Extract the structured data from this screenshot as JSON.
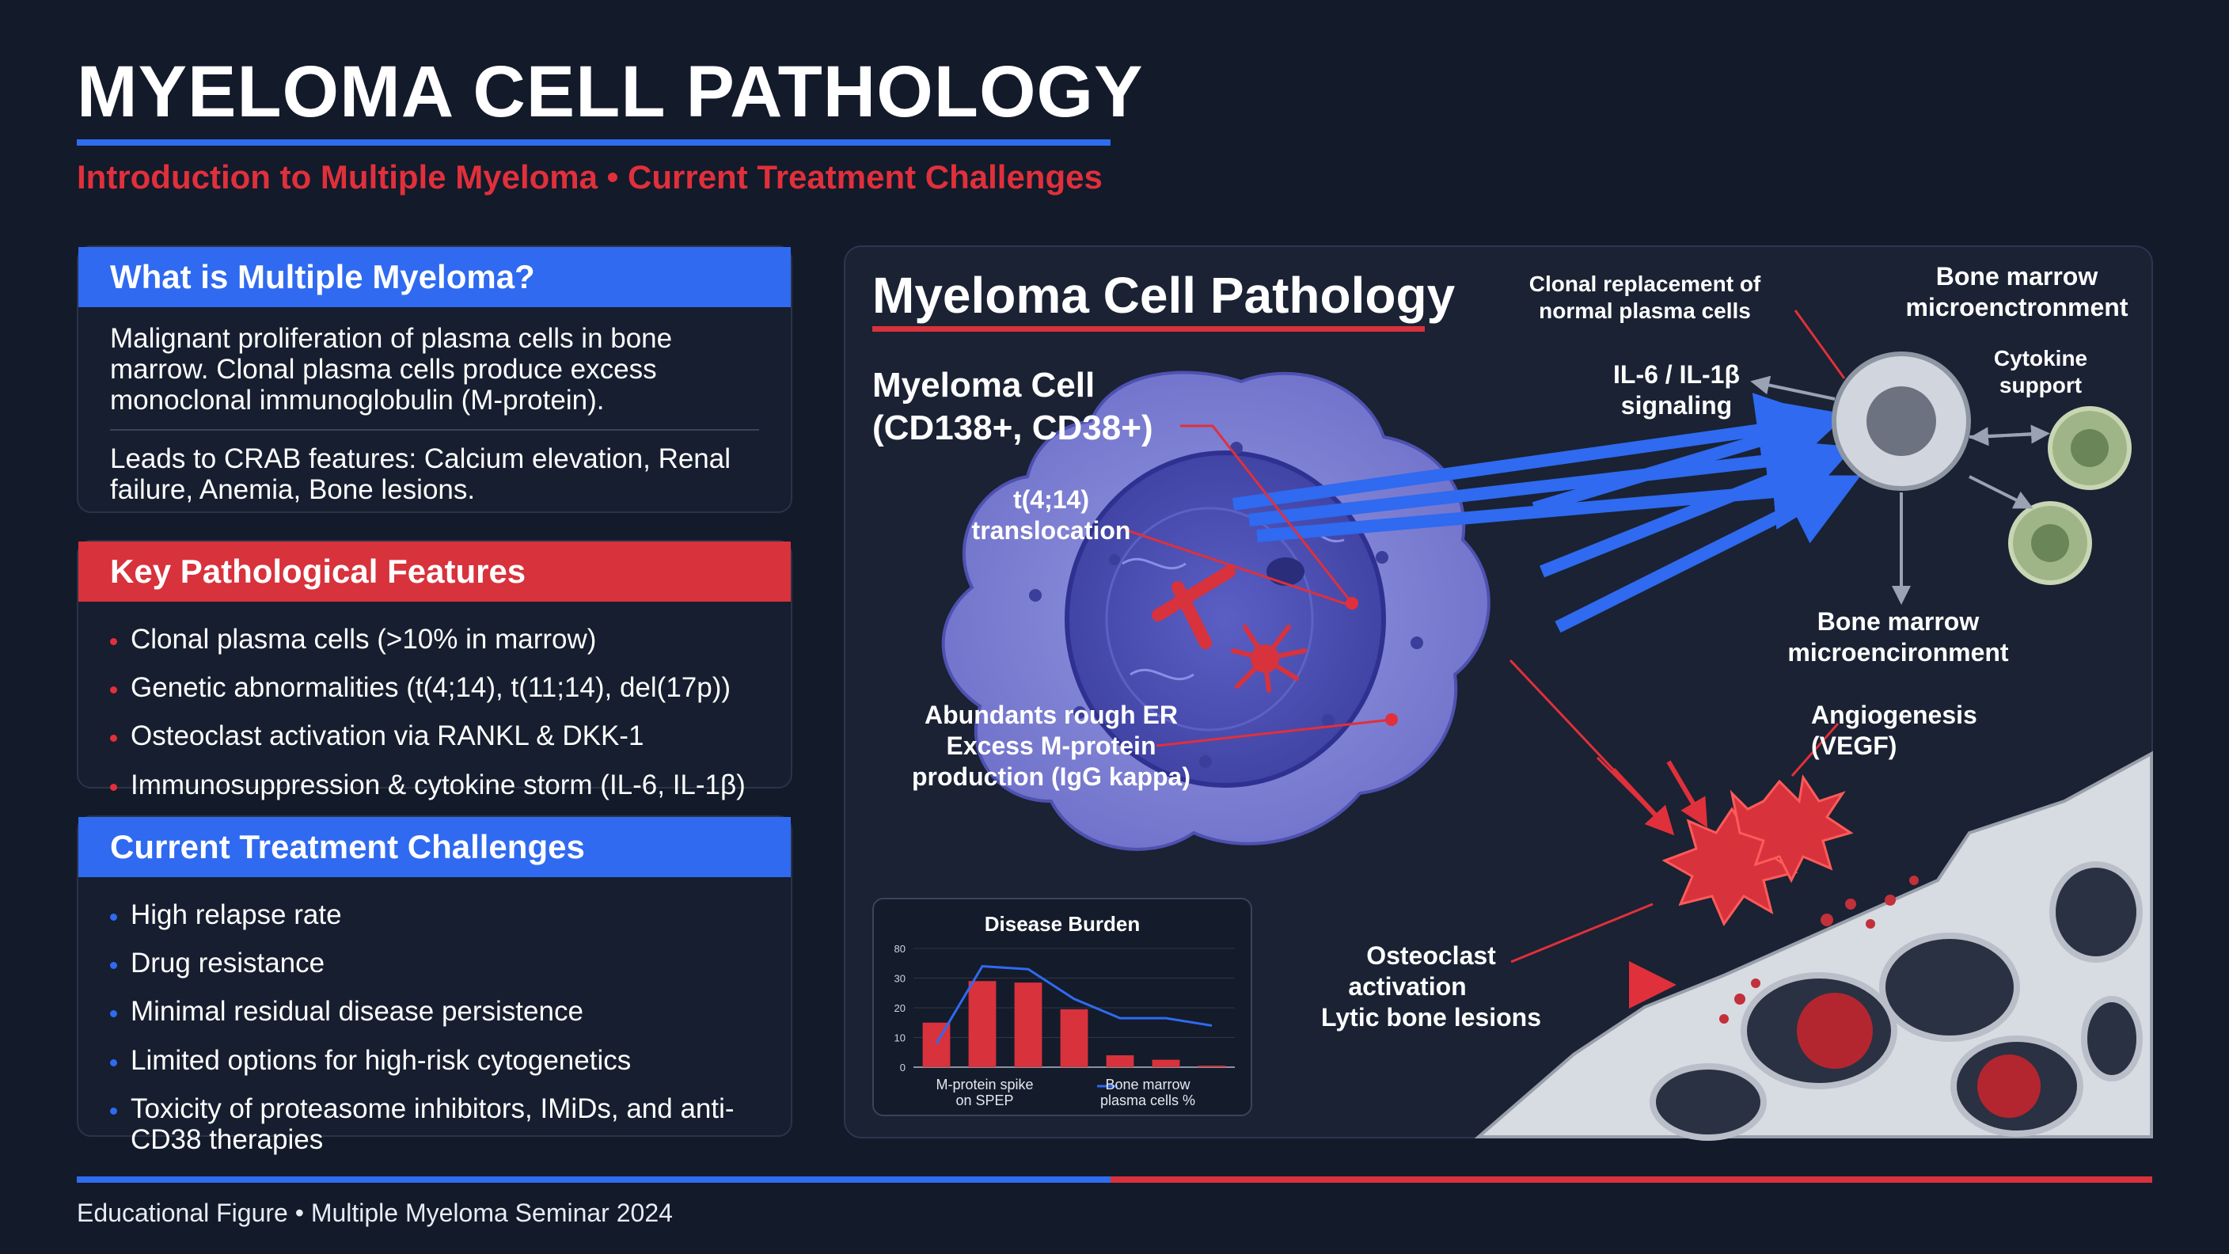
{
  "header": {
    "title": "MYELOMA CELL PATHOLOGY",
    "subtitle": "Introduction to Multiple Myeloma • Current Treatment Challenges"
  },
  "panels": {
    "what_is": {
      "heading": "What is Multiple Myeloma?",
      "paragraph1": "Malignant proliferation of plasma cells in bone marrow. Clonal plasma cells produce excess monoclonal immunoglobulin (M-protein).",
      "paragraph2": "Leads to CRAB features: Calcium elevation, Renal failure, Anemia, Bone lesions."
    },
    "features": {
      "heading": "Key Pathological Features",
      "items": [
        "Clonal plasma cells (>10% in marrow)",
        "Genetic abnormalities (t(4;14), t(11;14), del(17p))",
        "Osteoclast activation via RANKL & DKK-1",
        "Immunosuppression & cytokine storm (IL-6, IL-1β)"
      ]
    },
    "challenges": {
      "heading": "Current Treatment Challenges",
      "items": [
        "High relapse rate",
        "Drug resistance",
        "Minimal residual disease persistence",
        "Limited options for high-risk cytogenetics",
        "Toxicity of proteasome inhibitors, IMiDs, and anti-CD38 therapies"
      ]
    }
  },
  "diagram": {
    "title": "Myeloma Cell Pathology",
    "labels": {
      "myeloma_cell": "Myeloma Cell\n(CD138+, CD38+)",
      "translocation": "t(4;14)\ntranslocation",
      "rough_er": "Abundants rough ER\nExcess M-protein\nproduction (IgG kappa)",
      "clonal_replacement": "Clonal replacement of\nnormal plasma cells",
      "bm_micro_top": "Bone marrow\nmicroenctronment",
      "il6": "IL-6 / IL-1β\nsignaling",
      "cytokine": "Cytokine\nsupport",
      "bm_micro_mid": "Bone marrow\nmicroencironment",
      "angiogenesis": "Angiogenesis\n(VEGF)",
      "osteoclast_line1": "Osteoclast",
      "osteoclast_line2": "activation",
      "osteoclast_line3": "Lytic bone lesions"
    }
  },
  "chart_data": {
    "type": "bar",
    "title": "Disease Burden",
    "y_ticks": [
      "0",
      "10",
      "20",
      "30",
      "80"
    ],
    "ylim": [
      0,
      40
    ],
    "bars": [
      15,
      29,
      28.5,
      19.5,
      4,
      2.5,
      0.5
    ],
    "line": [
      8,
      34,
      33,
      23,
      16.5,
      16.5,
      14
    ],
    "series": [
      {
        "name": "M-protein spike\non SPEP",
        "color": "#d8323c"
      },
      {
        "name": "Bone marrow\nplasma cells %",
        "color": "#2f6af0"
      }
    ]
  },
  "footer": {
    "text": "Educational Figure • Multiple Myeloma Seminar 2024"
  },
  "colors": {
    "accent_blue": "#2f6af0",
    "accent_red": "#d8323c",
    "background": "#131a2a"
  }
}
